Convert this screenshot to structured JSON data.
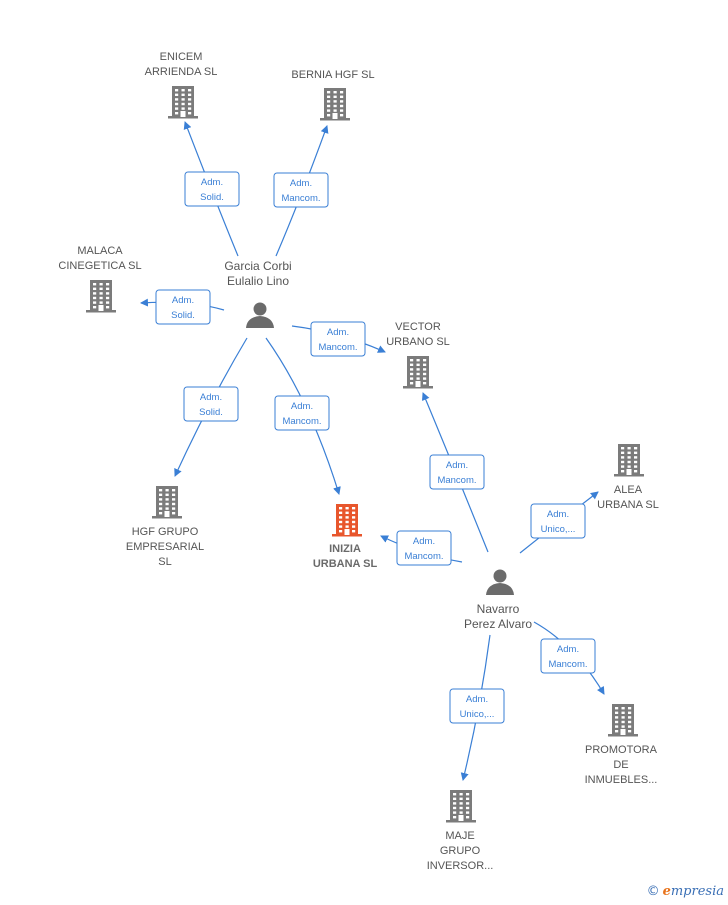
{
  "colors": {
    "building": "#7b7b7b",
    "building_focus": "#e8562c",
    "person": "#6b6b6b",
    "edge": "#3a7fd5"
  },
  "persons": [
    {
      "id": "garcia",
      "lines": [
        "Garcia Corbi",
        "Eulalio Lino"
      ]
    },
    {
      "id": "navarro",
      "lines": [
        "Navarro",
        "Perez Alvaro"
      ]
    }
  ],
  "companies": [
    {
      "id": "enicem",
      "lines": [
        "ENICEM",
        "ARRIENDA  SL"
      ],
      "focus": false
    },
    {
      "id": "bernia",
      "lines": [
        "BERNIA HGF  SL"
      ],
      "focus": false
    },
    {
      "id": "malaca",
      "lines": [
        "MALACA",
        "CINEGETICA  SL"
      ],
      "focus": false
    },
    {
      "id": "vector",
      "lines": [
        "VECTOR",
        "URBANO  SL"
      ],
      "focus": false
    },
    {
      "id": "hgf",
      "lines": [
        "HGF GRUPO",
        "EMPRESARIAL",
        "SL"
      ],
      "focus": false
    },
    {
      "id": "inizia",
      "lines": [
        "INIZIA",
        "URBANA  SL"
      ],
      "focus": true
    },
    {
      "id": "alea",
      "lines": [
        "ALEA",
        "URBANA  SL"
      ],
      "focus": false
    },
    {
      "id": "promotora",
      "lines": [
        "PROMOTORA",
        "DE",
        "INMUEBLES..."
      ],
      "focus": false
    },
    {
      "id": "maje",
      "lines": [
        "MAJE",
        "GRUPO",
        "INVERSOR..."
      ],
      "focus": false
    }
  ],
  "edges": [
    {
      "from": "garcia",
      "to": "enicem",
      "lines": [
        "Adm.",
        "Solid."
      ]
    },
    {
      "from": "garcia",
      "to": "bernia",
      "lines": [
        "Adm.",
        "Mancom."
      ]
    },
    {
      "from": "garcia",
      "to": "malaca",
      "lines": [
        "Adm.",
        "Solid."
      ]
    },
    {
      "from": "garcia",
      "to": "vector",
      "lines": [
        "Adm.",
        "Mancom."
      ]
    },
    {
      "from": "garcia",
      "to": "hgf",
      "lines": [
        "Adm.",
        "Solid."
      ]
    },
    {
      "from": "garcia",
      "to": "inizia",
      "lines": [
        "Adm.",
        "Mancom."
      ]
    },
    {
      "from": "navarro",
      "to": "vector",
      "lines": [
        "Adm.",
        "Mancom."
      ]
    },
    {
      "from": "navarro",
      "to": "alea",
      "lines": [
        "Adm.",
        "Unico,..."
      ]
    },
    {
      "from": "navarro",
      "to": "inizia",
      "lines": [
        "Adm.",
        "Mancom."
      ]
    },
    {
      "from": "navarro",
      "to": "promotora",
      "lines": [
        "Adm.",
        "Mancom."
      ]
    },
    {
      "from": "navarro",
      "to": "maje",
      "lines": [
        "Adm.",
        "Unico,..."
      ]
    }
  ],
  "brand": {
    "copyright": "©",
    "initial": "e",
    "rest": "mpresia"
  }
}
